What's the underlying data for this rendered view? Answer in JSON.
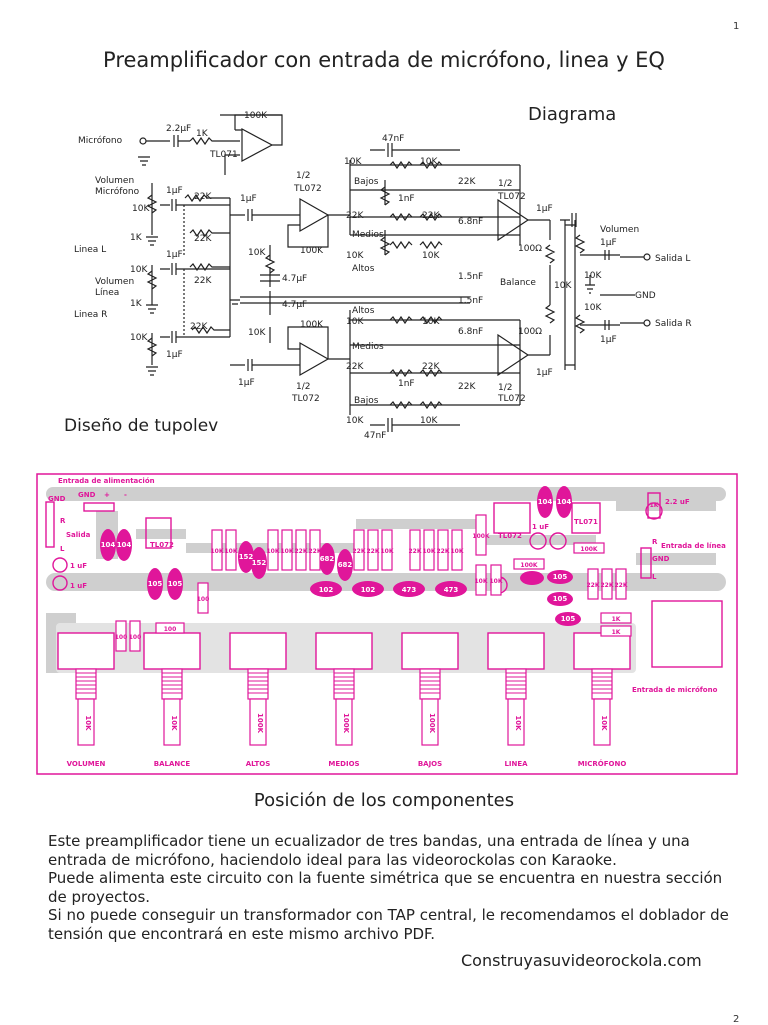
{
  "page_numbers": {
    "top": "1",
    "bottom": "2"
  },
  "title": "Preamplificador con entrada de micrófono, linea y EQ",
  "diagram_heading": "Diagrama",
  "design_credit": "Diseño de tupolev",
  "layout_heading": "Posición de los componentes",
  "description": [
    "Este preamplificador tiene un ecualizador de tres bandas, una entrada de línea y una entrada de micrófono, haciendolo ideal para las videorockolas con Karaoke.",
    "Puede alimenta este circuito con la fuente simétrica que se encuentra en nuestra sección de proyectos.",
    "Si no puede conseguir un transformador con TAP central, le recomendamos el doblador de tensión que encontrará en este mismo archivo PDF."
  ],
  "website": "Construyasuvideorockola.com",
  "schematic": {
    "labels": {
      "mic": "Micrófono",
      "vol_mic_1": "Volumen",
      "vol_mic_2": "Micrófono",
      "line_l": "Linea L",
      "line_r": "Linea R",
      "vol_line_1": "Volumen",
      "vol_line_2": "Línea",
      "bajos": "Bajos",
      "medios": "Medios",
      "altos": "Altos",
      "balance": "Balance",
      "volumen": "Volumen",
      "out_l": "Salida L",
      "out_r": "Salida R",
      "gnd": "GND",
      "tl071": "TL071",
      "half": "1/2",
      "tl072": "TL072"
    },
    "values": {
      "c22": "2.2µF",
      "r1k": "1K",
      "r100k": "100K",
      "r10k": "10K",
      "r22k": "22K",
      "c1u": "1µF",
      "c47n": "47nF",
      "c1n": "1nF",
      "c68n": "6.8nF",
      "c15n": "1.5nF",
      "c47u": "4.7µF",
      "r100": "100Ω"
    }
  },
  "pcb": {
    "labels": {
      "power": "Entrada de alimentación",
      "gnd": "GND",
      "salida": "Salida",
      "entrada_linea": "Entrada de línea",
      "entrada_mic": "Entrada de micrófono",
      "plus": "+",
      "minus": "-",
      "r": "R",
      "l": "L",
      "c1uf": "1 uF",
      "c22uf": "2.2 uF",
      "tl072": "TL072",
      "tl071": "TL071",
      "c1uf_b": "1 uF"
    },
    "parts": {
      "c104": "104",
      "c105": "105",
      "r100": "100",
      "r10k": "10K",
      "c152": "152",
      "r22k": "22K",
      "c682": "682",
      "c102": "102",
      "c473": "473",
      "r100k": "100K",
      "r1k": "1K"
    },
    "pots": [
      {
        "value": "10K",
        "name": "VOLUMEN"
      },
      {
        "value": "10K",
        "name": "BALANCE"
      },
      {
        "value": "100K",
        "name": "ALTOS"
      },
      {
        "value": "100K",
        "name": "MEDIOS"
      },
      {
        "value": "100K",
        "name": "BAJOS"
      },
      {
        "value": "10K",
        "name": "LINEA"
      },
      {
        "value": "10K",
        "name": "MICRÓFONO"
      }
    ]
  },
  "colors": {
    "magenta": "#e0169a",
    "trace": "#cfcfcf",
    "ink": "#222222"
  }
}
